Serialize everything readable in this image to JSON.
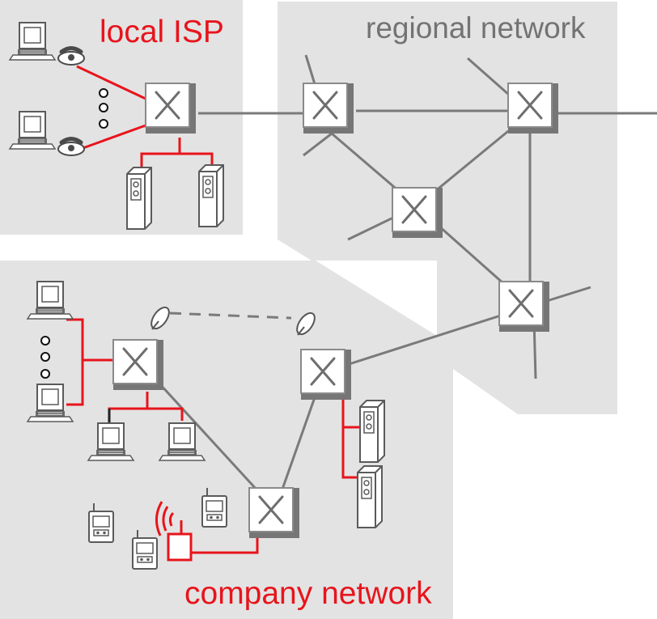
{
  "labels": {
    "local_isp": "local ISP",
    "regional_network": "regional network",
    "company_network": "company network"
  },
  "colors": {
    "region_fill": "#e3e3e3",
    "link_gray": "#7a7a7a",
    "link_red": "#e8141c",
    "label_red": "#e8141c",
    "label_gray": "#737373",
    "router_face": "#ffffff",
    "router_shadow": "#767676"
  },
  "icons": {
    "router": "router-icon",
    "computer": "computer-icon",
    "modem": "modem-icon",
    "server": "server-icon",
    "antenna": "satellite-dish-icon",
    "handset": "handheld-device-icon",
    "wireless_base": "wireless-base-station-icon",
    "ellipsis": "ellipsis-dots-icon"
  }
}
